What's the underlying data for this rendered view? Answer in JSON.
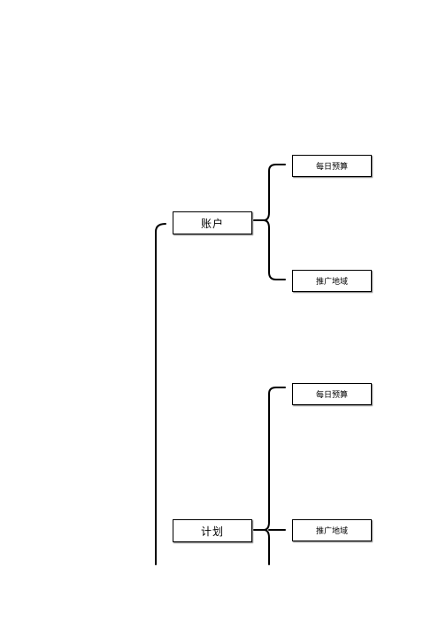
{
  "diagram": {
    "nodes": {
      "account": "账户",
      "plan": "计划",
      "account_daily_budget": "每日预算",
      "account_promo_region": "推广地域",
      "plan_daily_budget": "每日预算",
      "plan_promo_region": "推广地域"
    },
    "edges": [
      [
        "root",
        "account"
      ],
      [
        "root",
        "plan"
      ],
      [
        "account",
        "account_daily_budget"
      ],
      [
        "account",
        "account_promo_region"
      ],
      [
        "plan",
        "plan_daily_budget"
      ],
      [
        "plan",
        "plan_promo_region"
      ]
    ],
    "colors": {
      "line": "#000000",
      "box_border": "#000000",
      "background": "#ffffff"
    }
  }
}
